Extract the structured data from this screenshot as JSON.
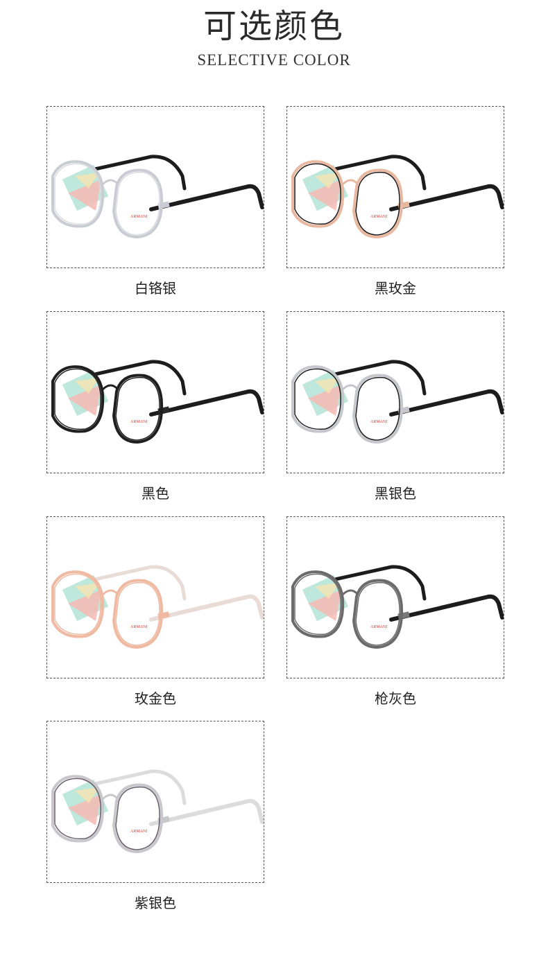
{
  "header": {
    "title": "可选颜色",
    "subtitle": "SELECTIVE COLOR"
  },
  "colors": [
    {
      "label": "白铬银",
      "rim": "#c9ccd2",
      "inner": "#d8dbe0",
      "temple": "#1c1c1c",
      "hinge": "#c9ccd2"
    },
    {
      "label": "黑玫金",
      "rim": "#e8b9a0",
      "inner": "#1e1a1a",
      "temple": "#1c1c1c",
      "hinge": "#e8b9a0"
    },
    {
      "label": "黑色",
      "rim": "#1f1f1f",
      "inner": "#1f1f1f",
      "temple": "#1c1c1c",
      "hinge": "#2a2a2a"
    },
    {
      "label": "黑银色",
      "rim": "#c4c7cc",
      "inner": "#1e1e1e",
      "temple": "#1c1c1c",
      "hinge": "#c4c7cc"
    },
    {
      "label": "玫金色",
      "rim": "#efb9a2",
      "inner": "#efb9a2",
      "temple": "#e9dcd7",
      "hinge": "#efb9a2"
    },
    {
      "label": "枪灰色",
      "rim": "#6d6a6b",
      "inner": "#6d6a6b",
      "temple": "#1c1c1c",
      "hinge": "#7a7778"
    },
    {
      "label": "紫银色",
      "rim": "#c8c8cc",
      "inner": "#6a5c6a",
      "temple": "#dcdcdf",
      "hinge": "#c8c8cc"
    }
  ]
}
